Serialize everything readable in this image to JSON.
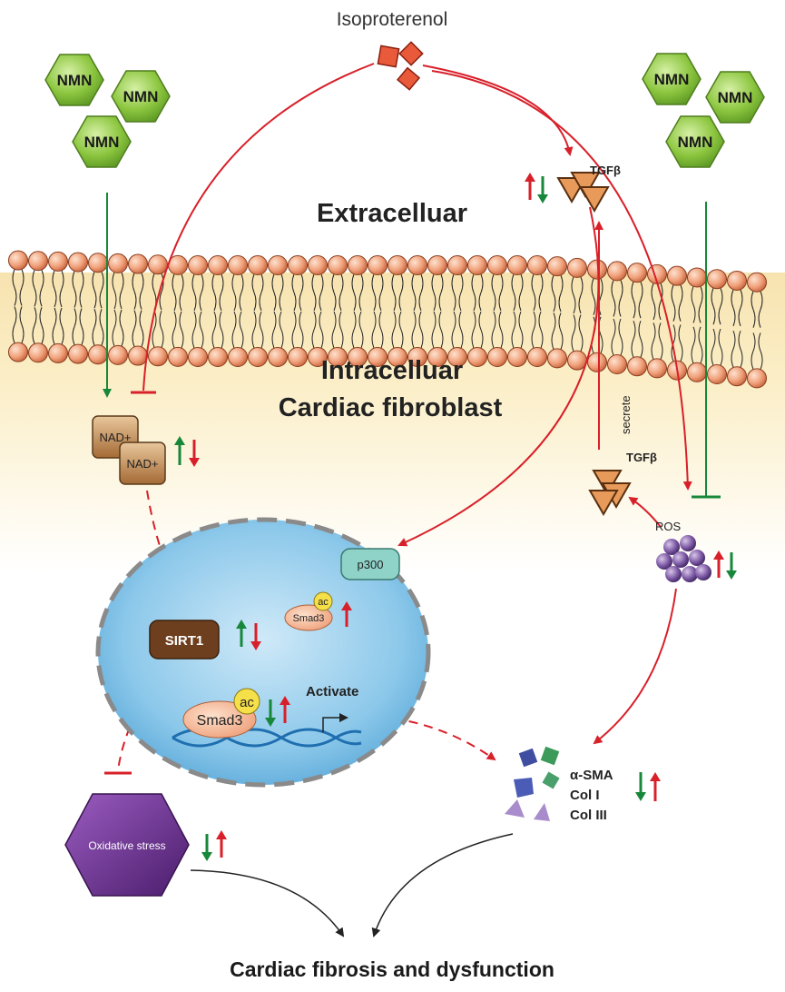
{
  "top_label": "Isoproterenol",
  "nmn_label": "NMN",
  "extracellular_label": "Extracelluar",
  "intracellular_label": "Intracelluar",
  "cell_type_label": "Cardiac fibroblast",
  "tgfb_label": "TGFβ",
  "tgfb_small": "TGFβ",
  "secrete_label": "secrete",
  "ros_label": "ROS",
  "nad_label": "NAD+",
  "sirt1_label": "SIRT1",
  "p300_label": "p300",
  "ac_label": "ac",
  "smad3_label": "Smad3",
  "activate_label": "Activate",
  "markers": [
    "α-SMA",
    "Col I",
    "Col III"
  ],
  "oxidative_label": "Oxidative stress",
  "outcome_label": "Cardiac fibrosis and dysfunction",
  "colors": {
    "red": "#d8202a",
    "green": "#17873a",
    "nmn_fill": "#8cc63f",
    "membrane_bead": "#f0a07a",
    "cytoplasm": "#fbeec4",
    "nucleus": "#6fb5df",
    "hexagon": "#6a2d8c",
    "brown": "#6e3f1e"
  }
}
